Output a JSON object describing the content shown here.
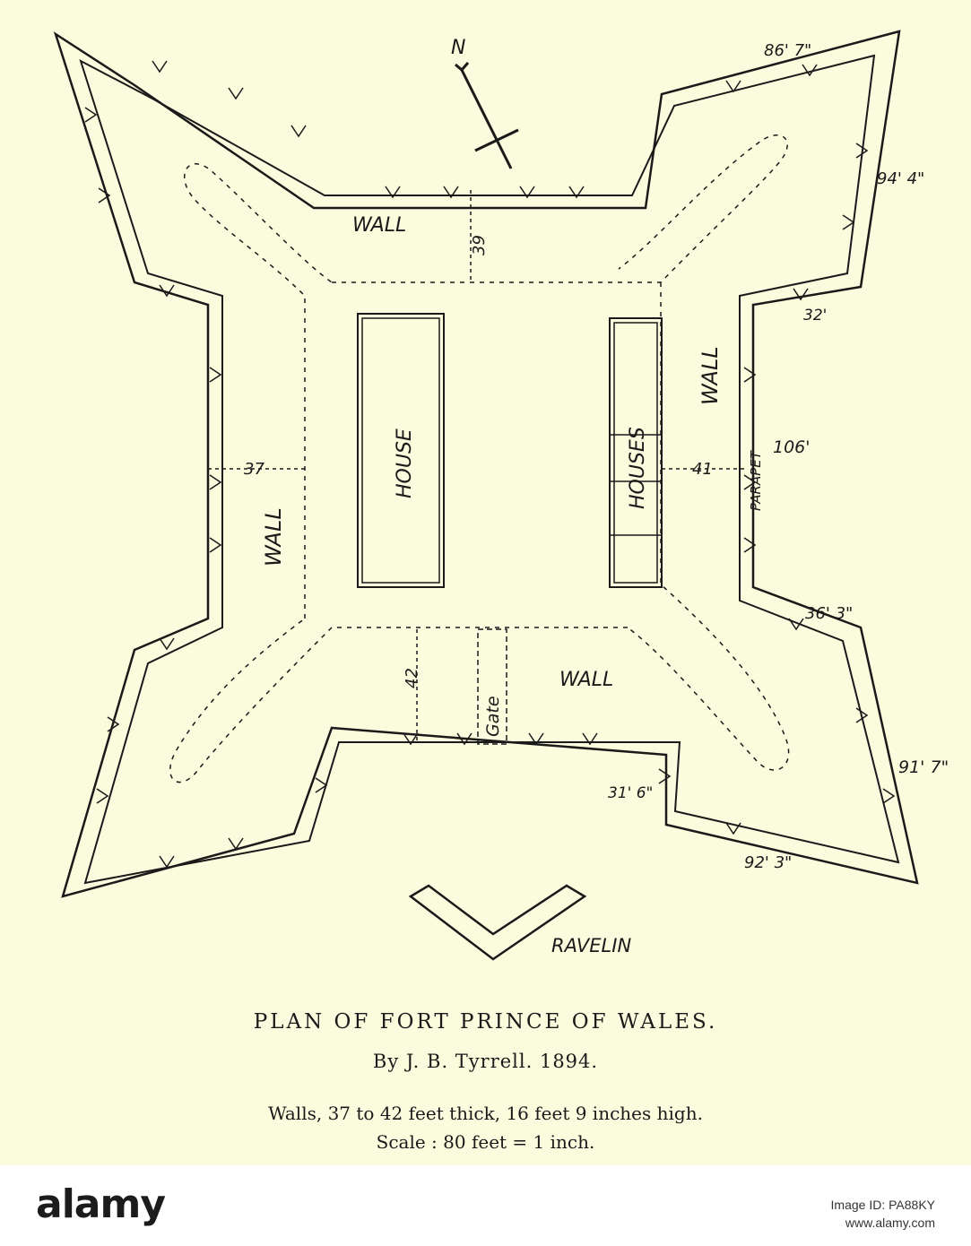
{
  "labels": {
    "north": "N",
    "wall_north": "WALL",
    "wall_west": "WALL",
    "wall_east": "WALL",
    "wall_south": "WALL",
    "house": "HOUSE",
    "houses": "HOUSES",
    "parapet": "PARAPET",
    "gate": "Gate",
    "ravelin": "RAVELIN"
  },
  "measurements": {
    "north_wall": "39",
    "west_wall": "37",
    "east_wall": "41",
    "south_wall": "42",
    "ne_top": "86' 7\"",
    "ne_right": "94' 4\"",
    "ne_inner": "32'",
    "east_curtain": "106'",
    "se_inner": "36' 3\"",
    "se_right": "91' 7\"",
    "se_bottom": "92' 3\"",
    "south_inner": "31' 6\""
  },
  "caption": {
    "title": "PLAN OF FORT PRINCE OF WALES.",
    "byline": "By J. B. Tyrrell.   1894.",
    "walls": "Walls, 37 to 42 feet thick, 16 feet 9 inches high.",
    "scale": "Scale : 80 feet = 1 inch."
  },
  "footer": {
    "brand": "alamy",
    "image_id": "Image ID: PA88KY",
    "url": "www.alamy.com"
  },
  "colors": {
    "paper": "#fbfbdd",
    "ink": "#1a1a1a"
  }
}
